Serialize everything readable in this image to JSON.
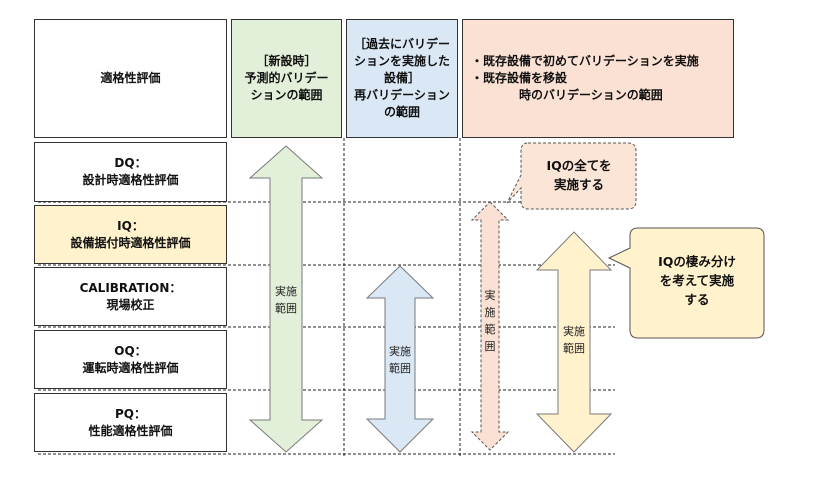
{
  "header": {
    "evaluation": "適格性評価",
    "new_facility": "［新設時］\n予測的バリデー\nションの範囲",
    "past_validated": "［過去にバリデー\nションを実施した\n設備］\n再バリデーション\nの範囲",
    "existing": "・既存設備で初めてバリデーションを実施\n・既存設備を移設\n　　　　時のバリデーションの範囲"
  },
  "rows": [
    {
      "code": "DQ：",
      "name": "設計時適格性評価"
    },
    {
      "code": "IQ：",
      "name": "設備据付時適格性評価"
    },
    {
      "code": "CALIBRATION：",
      "name": "現場校正"
    },
    {
      "code": "OQ：",
      "name": "運転時適格性評価"
    },
    {
      "code": "PQ：",
      "name": "性能適格性評価"
    }
  ],
  "arrows": {
    "green_label": "実施\n範囲",
    "blue_label": "実施\n範囲",
    "peach_label": "実\n施\n範\n囲",
    "yellow_label": "実施\n範囲"
  },
  "callouts": {
    "iq_all": "IQの全てを\n実施する",
    "iq_split": "IQの棲み分け\nを考えて実施\nする"
  },
  "colors": {
    "green": "#e2efd9",
    "blue": "#dae7f5",
    "peach": "#fbe1d3",
    "yellow": "#fff2cc",
    "callout": "#fbe5d6"
  }
}
